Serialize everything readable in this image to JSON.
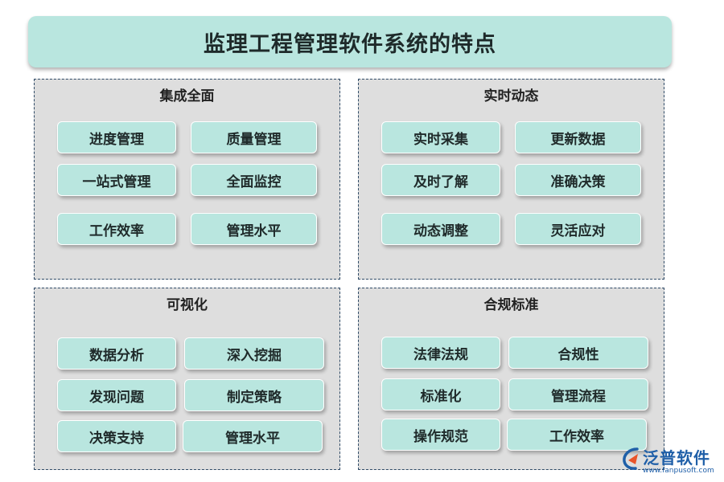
{
  "title": "监理工程管理软件系统的特点",
  "panels": [
    {
      "title": "集成全面",
      "items": [
        "进度管理",
        "质量管理",
        "一站式管理",
        "全面监控",
        "工作效率",
        "管理水平"
      ]
    },
    {
      "title": "实时动态",
      "items": [
        "实时采集",
        "更新数据",
        "及时了解",
        "准确决策",
        "动态调整",
        "灵活应对"
      ]
    },
    {
      "title": "可视化",
      "items": [
        "数据分析",
        "深入挖掘",
        "发现问题",
        "制定策略",
        "决策支持",
        "管理水平"
      ]
    },
    {
      "title": "合规标准",
      "items": [
        "法律法规",
        "合规性",
        "标准化",
        "管理流程",
        "操作规范",
        "工作效率"
      ]
    }
  ],
  "logo": {
    "name": "泛普软件",
    "url": "www.fanpusoft.com"
  },
  "colors": {
    "chip": "#b9e6df",
    "panel": "#dedede",
    "border": "#2f4a66",
    "brand": "#1f5fa8"
  },
  "icons": {
    "logo": "fanpu-logo-icon"
  }
}
